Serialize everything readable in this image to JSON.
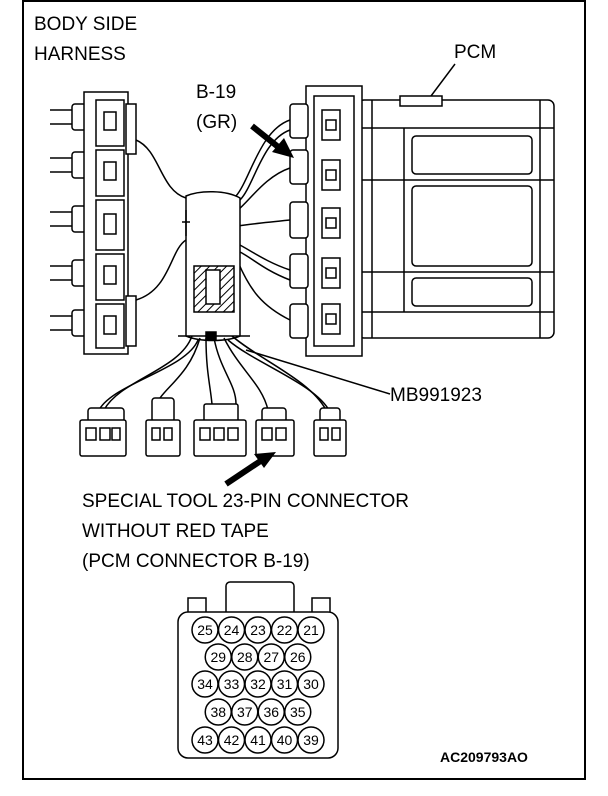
{
  "labels": {
    "body_side_line1": "BODY SIDE",
    "body_side_line2": "HARNESS",
    "pcm": "PCM",
    "b19_line1": "B-19",
    "b19_line2": "(GR)",
    "tool_part": "MB991923",
    "caption_line1": "SPECIAL TOOL 23-PIN CONNECTOR",
    "caption_line2": "WITHOUT RED TAPE",
    "caption_line3": "(PCM CONNECTOR B-19)",
    "figure_code": "AC209793AO"
  },
  "pins": {
    "row1": [
      "25",
      "24",
      "23",
      "22",
      "21"
    ],
    "row2": [
      "29",
      "28",
      "27",
      "26"
    ],
    "row3": [
      "34",
      "33",
      "32",
      "31",
      "30"
    ],
    "row4": [
      "38",
      "37",
      "36",
      "35"
    ],
    "row5": [
      "43",
      "42",
      "41",
      "40",
      "39"
    ]
  }
}
